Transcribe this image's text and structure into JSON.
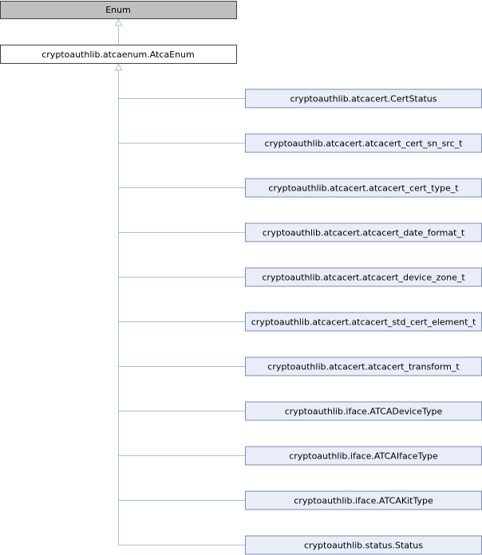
{
  "diagram": {
    "root": {
      "label": "Enum"
    },
    "parent": {
      "label": "cryptoauthlib.atcaenum.AtcaEnum"
    },
    "children": [
      {
        "label": "cryptoauthlib.atcacert.CertStatus"
      },
      {
        "label": "cryptoauthlib.atcacert.atcacert_cert_sn_src_t"
      },
      {
        "label": "cryptoauthlib.atcacert.atcacert_cert_type_t"
      },
      {
        "label": "cryptoauthlib.atcacert.atcacert_date_format_t"
      },
      {
        "label": "cryptoauthlib.atcacert.atcacert_device_zone_t"
      },
      {
        "label": "cryptoauthlib.atcacert.atcacert_std_cert_element_t"
      },
      {
        "label": "cryptoauthlib.atcacert.atcacert_transform_t"
      },
      {
        "label": "cryptoauthlib.iface.ATCADeviceType"
      },
      {
        "label": "cryptoauthlib.iface.ATCAIfaceType"
      },
      {
        "label": "cryptoauthlib.iface.ATCAKitType"
      },
      {
        "label": "cryptoauthlib.status.Status"
      }
    ]
  },
  "colors": {
    "root_fill": "#bfbfbf",
    "parent_fill": "#ffffff",
    "child_fill": "#e8edf8",
    "child_stroke": "#7d8ab5",
    "box_stroke": "#404040",
    "edge": "#a9c0dc"
  }
}
